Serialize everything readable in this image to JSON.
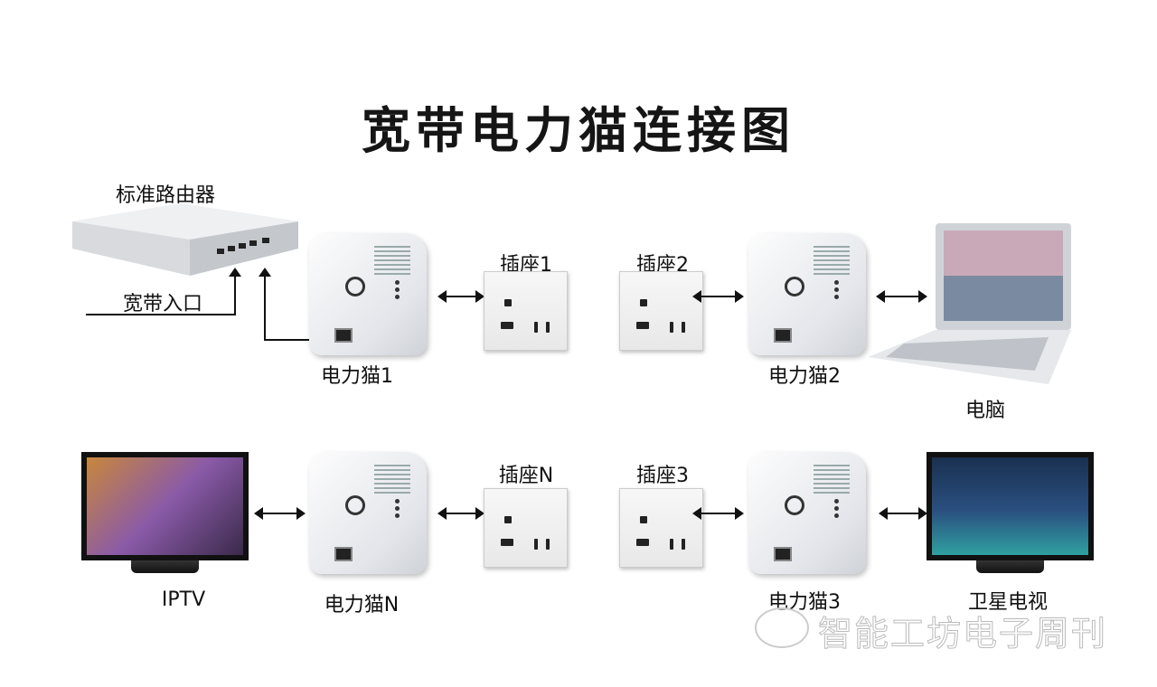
{
  "title": "宽带电力猫连接图",
  "router": {
    "label": "标准路由器",
    "input_label": "宽带入口"
  },
  "modems": [
    "电力猫1",
    "电力猫2",
    "电力猫N",
    "电力猫3"
  ],
  "sockets": [
    "插座1",
    "插座2",
    "插座N",
    "插座3"
  ],
  "devices": {
    "laptop": "电脑",
    "iptv": "IPTV",
    "satellite_tv": "卫星电视"
  },
  "watermark": "智能工坊电子周刊"
}
